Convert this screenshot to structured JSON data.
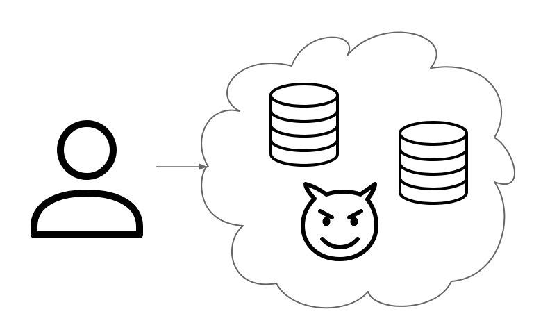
{
  "diagram": {
    "nodes": [
      {
        "id": "user",
        "icon": "user-icon"
      },
      {
        "id": "cloud",
        "icon": "cloud-shape",
        "contains": [
          "database-1",
          "database-2",
          "devil-face"
        ]
      },
      {
        "id": "database-1",
        "icon": "database-icon"
      },
      {
        "id": "database-2",
        "icon": "database-icon"
      },
      {
        "id": "devil-face",
        "icon": "devil-face-icon"
      }
    ],
    "edges": [
      {
        "from": "user",
        "to": "cloud",
        "style": "arrow"
      }
    ],
    "colors": {
      "background": "#ffffff",
      "icon_stroke": "#000000",
      "cloud_stroke": "#666666",
      "arrow_stroke": "#666666"
    }
  }
}
